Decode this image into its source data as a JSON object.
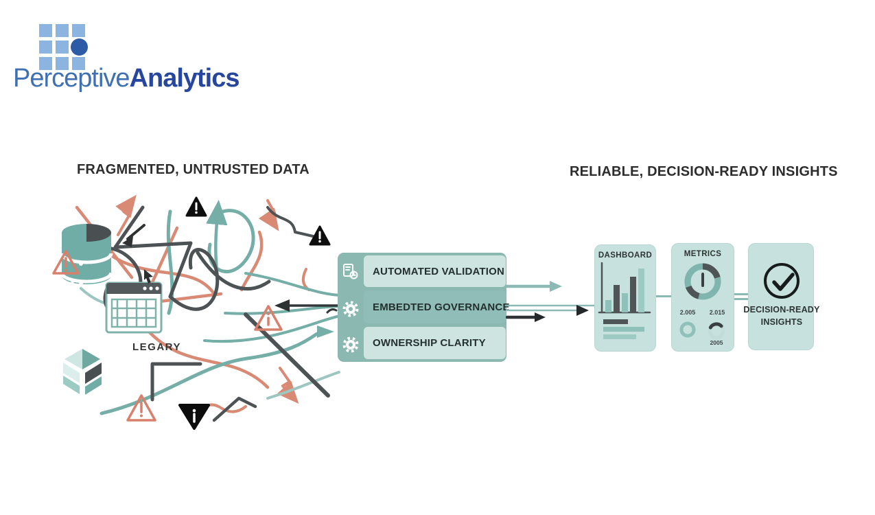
{
  "logo": {
    "word1": "Perceptive",
    "word2": "Analytics"
  },
  "headings": {
    "left": "FRAGMENTED, UNTRUSTED DATA",
    "right": "RELIABLE, DECISION-READY INSIGHTS"
  },
  "tangle": {
    "legacy_label": "LEGARY"
  },
  "pipeline": {
    "steps": [
      {
        "label": "AUTOMATED VALIDATION",
        "icon": "document-validation-icon"
      },
      {
        "label": "EMBEDTED GOVERNANCE",
        "icon": "gear-icon"
      },
      {
        "label": "OWNERSHIP CLARITY",
        "icon": "gear-icon"
      }
    ]
  },
  "cards": {
    "dashboard": {
      "title": "DASHBOARD"
    },
    "metrics": {
      "title": "METRICS",
      "stat_left": "2.005",
      "stat_right": "2.015",
      "stat_bottom": "2005"
    },
    "insights": {
      "title": "DECISION-READY INSIGHTS",
      "line1": "DECISION-READY",
      "line2": "INSIGHTS"
    }
  },
  "colors": {
    "teal": "#74aea7",
    "teal_light": "#cde4e1",
    "teal_band": "#90bdb7",
    "panel": "#8cb8b2",
    "card_bg": "#c7e1de",
    "salmon": "#d88a74",
    "dark_line": "#4d5254",
    "text_dark": "#2d2d2d",
    "logo_square": "#8cb4e0",
    "logo_circle": "#2d5ba6",
    "logo_word1": "#3f70b2",
    "logo_word2": "#26479d"
  }
}
